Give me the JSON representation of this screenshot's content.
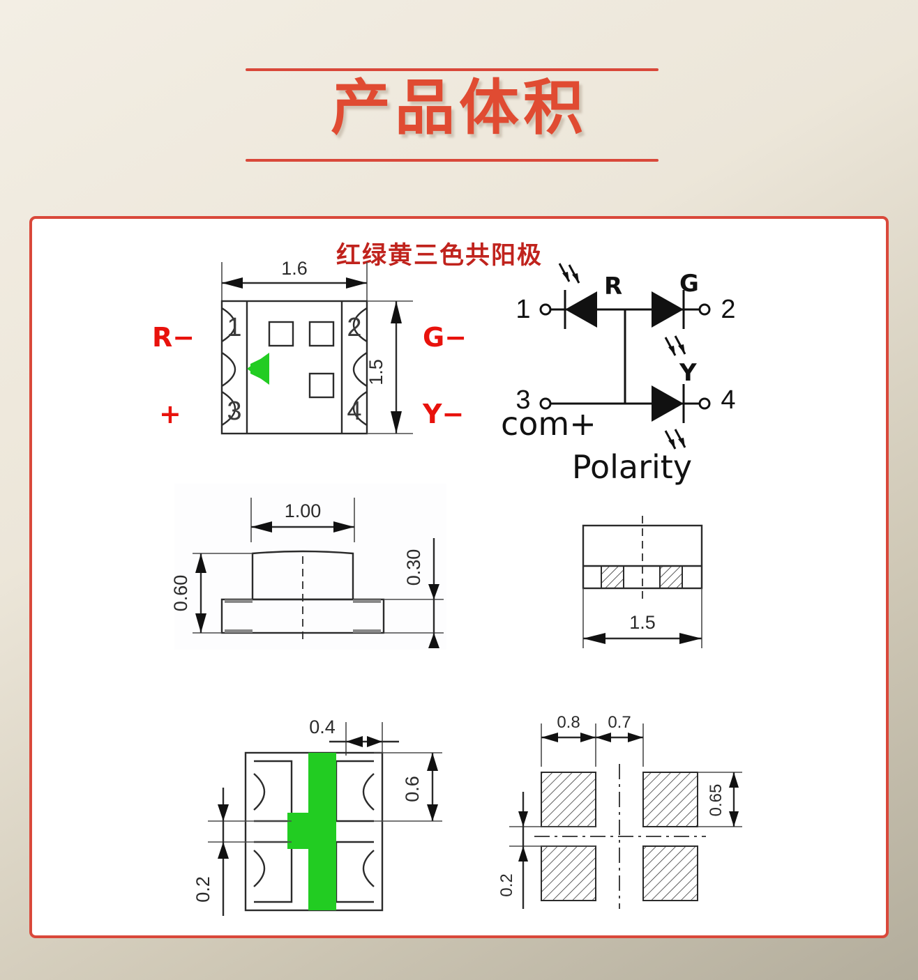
{
  "header": {
    "title": "产品体积"
  },
  "panel": {
    "note_cn": "红绿黄三色共阳极"
  },
  "top_view": {
    "width_dim": "1.6",
    "height_dim": "1.5",
    "pins": [
      "1",
      "2",
      "3",
      "4"
    ],
    "label_left_top": "R−",
    "label_left_bottom": "+",
    "label_right_top": "G−",
    "label_right_bottom": "Y−",
    "marker_icon": "green-arrow-icon"
  },
  "polarity": {
    "caption": "Polarity",
    "pin1": "1",
    "pin2": "2",
    "pin3": "3",
    "pin4": "4",
    "common": "com+",
    "led_r": "R",
    "led_g": "G",
    "led_y": "Y"
  },
  "side_view": {
    "top_width": "1.00",
    "total_height": "0.60",
    "base_height": "0.30"
  },
  "end_view": {
    "width": "1.5"
  },
  "bottom_view": {
    "stripe_width": "0.4",
    "pad_height": "0.6",
    "gap": "0.2"
  },
  "pad_layout": {
    "pad_width": "0.8",
    "pad_gap": "0.7",
    "pad_height": "0.65",
    "vertical_gap": "0.2"
  },
  "colors": {
    "accent_red": "#d9483a",
    "title_red": "#e04b32",
    "note_red": "#c0231d",
    "label_red": "#e8120c",
    "marker_green": "#22cc22"
  }
}
